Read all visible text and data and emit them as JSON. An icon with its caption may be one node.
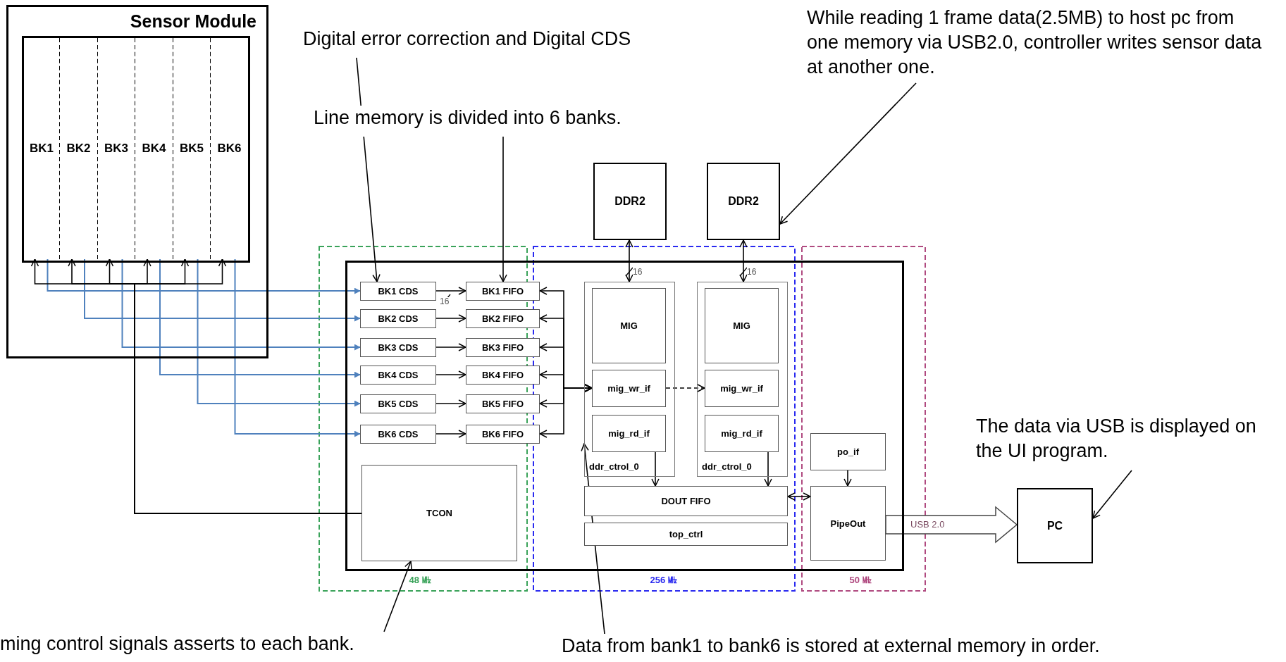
{
  "diagram": {
    "nodes": [
      {
        "text": [
          "Sensor Module"
        ]
      },
      {
        "text": [],
        "shape": "box",
        "in": 0
      },
      {
        "text": [
          "BK1"
        ],
        "in": 1
      },
      {
        "text": [
          "BK2"
        ],
        "in": 1
      },
      {
        "text": [
          "BK3"
        ],
        "in": 1
      },
      {
        "text": [
          "BK4"
        ],
        "in": 1
      },
      {
        "text": [
          "BK5"
        ],
        "in": 1
      },
      {
        "text": [
          "BK6"
        ],
        "in": 1
      },
      {
        "text": [
          "Digital error correction and Digital CDS"
        ]
      },
      {
        "text": [
          "Line memory is divided into 6 banks."
        ]
      },
      {
        "text": [
          "While reading 1 frame data(2.5MB) to host pc from one memory via USB2.0, controller writes sensor data at another one."
        ]
      },
      {
        "text": [
          "DDR2"
        ]
      },
      {
        "text": [
          "DDR2"
        ]
      },
      {
        "text": [],
        "shape": "box"
      },
      {
        "text": [
          "BK1 CDS"
        ],
        "in": 13
      },
      {
        "text": [
          "BK2 CDS"
        ],
        "in": 13
      },
      {
        "text": [
          "BK3 CDS"
        ],
        "in": 13
      },
      {
        "text": [
          "BK4 CDS"
        ],
        "in": 13
      },
      {
        "text": [
          "BK5 CDS"
        ],
        "in": 13
      },
      {
        "text": [
          "BK6 CDS"
        ],
        "in": 13
      },
      {
        "text": [
          "BK1 FIFO"
        ],
        "in": 13
      },
      {
        "text": [
          "BK2 FIFO"
        ],
        "in": 13
      },
      {
        "text": [
          "BK3 FIFO"
        ],
        "in": 13
      },
      {
        "text": [
          "BK4 FIFO"
        ],
        "in": 13
      },
      {
        "text": [
          "BK5 FIFO"
        ],
        "in": 13
      },
      {
        "text": [
          "BK6 FIFO"
        ],
        "in": 13
      },
      {
        "text": [
          "ddr_ctrol_0"
        ],
        "in": 13
      },
      {
        "text": [
          "MIG"
        ],
        "in": 26
      },
      {
        "text": [
          "mig_wr_if"
        ],
        "in": 26
      },
      {
        "text": [
          "mig_rd_if"
        ],
        "in": 26
      },
      {
        "text": [
          "ddr_ctrol_0"
        ],
        "in": 13
      },
      {
        "text": [
          "MIG"
        ],
        "in": 30
      },
      {
        "text": [
          "mig_wr_if"
        ],
        "in": 30
      },
      {
        "text": [
          "mig_rd_if"
        ],
        "in": 30
      },
      {
        "text": [
          "DOUT FIFO"
        ],
        "in": 13
      },
      {
        "text": [
          "top_ctrl"
        ],
        "in": 13
      },
      {
        "text": [
          "TCON"
        ],
        "in": 13
      },
      {
        "text": [
          "po_if"
        ],
        "in": 13
      },
      {
        "text": [
          "PipeOut"
        ],
        "in": 13
      },
      {
        "text": [
          "PC"
        ]
      },
      {
        "text": [
          "The data via USB is displayed on the UI program."
        ]
      },
      {
        "text": [
          "ming control signals asserts to each bank."
        ]
      },
      {
        "text": [
          "Data from bank1 to bank6 is stored at external memory in order."
        ]
      }
    ],
    "edges": [
      {
        "from": 2,
        "to": 14,
        "arrow": "to",
        "color": "#4f81bd"
      },
      {
        "from": 3,
        "to": 15,
        "arrow": "to",
        "color": "#4f81bd"
      },
      {
        "from": 4,
        "to": 16,
        "arrow": "to",
        "color": "#4f81bd"
      },
      {
        "from": 5,
        "to": 17,
        "arrow": "to",
        "color": "#4f81bd"
      },
      {
        "from": 6,
        "to": 18,
        "arrow": "to",
        "color": "#4f81bd"
      },
      {
        "from": 7,
        "to": 19,
        "arrow": "to",
        "color": "#4f81bd"
      },
      {
        "from": 36,
        "to": 2,
        "arrow": "to"
      },
      {
        "from": 36,
        "to": 3,
        "arrow": "to"
      },
      {
        "from": 36,
        "to": 4,
        "arrow": "to"
      },
      {
        "from": 36,
        "to": 5,
        "arrow": "to"
      },
      {
        "from": 36,
        "to": 6,
        "arrow": "to"
      },
      {
        "from": 36,
        "to": 7,
        "arrow": "to"
      },
      {
        "from": 14,
        "to": 20,
        "arrow": "to",
        "label": "16"
      },
      {
        "from": 15,
        "to": 21,
        "arrow": "to"
      },
      {
        "from": 16,
        "to": 22,
        "arrow": "to"
      },
      {
        "from": 17,
        "to": 23,
        "arrow": "to"
      },
      {
        "from": 18,
        "to": 24,
        "arrow": "to"
      },
      {
        "from": 19,
        "to": 25,
        "arrow": "to"
      },
      {
        "from": 28,
        "to": 20,
        "arrow": "both"
      },
      {
        "from": 28,
        "to": 21,
        "arrow": "both"
      },
      {
        "from": 28,
        "to": 22,
        "arrow": "both"
      },
      {
        "from": 28,
        "to": 23,
        "arrow": "both"
      },
      {
        "from": 28,
        "to": 24,
        "arrow": "both"
      },
      {
        "from": 28,
        "to": 25,
        "arrow": "both"
      },
      {
        "from": 28,
        "to": 32,
        "arrow": "to",
        "style": "dashed"
      },
      {
        "from": 11,
        "to": 26,
        "arrow": "both",
        "label": "16"
      },
      {
        "from": 12,
        "to": 30,
        "arrow": "both",
        "label": "16"
      },
      {
        "from": 29,
        "to": 34,
        "arrow": "to"
      },
      {
        "from": 33,
        "to": 34,
        "arrow": "to"
      },
      {
        "from": 34,
        "to": 38,
        "arrow": "both"
      },
      {
        "from": 37,
        "to": 38,
        "arrow": "to"
      },
      {
        "from": 38,
        "to": 39,
        "arrow": "to",
        "label": "USB 2.0",
        "style": "thick"
      },
      {
        "from": 8,
        "to": 14,
        "arrow": "to"
      },
      {
        "from": 9,
        "to": 20,
        "arrow": "to"
      },
      {
        "from": 10,
        "to": 12,
        "arrow": "to"
      },
      {
        "from": 40,
        "to": 39,
        "arrow": "to"
      },
      {
        "from": 41,
        "to": 36,
        "arrow": "to"
      },
      {
        "from": 42,
        "to": 26,
        "arrow": "to"
      }
    ],
    "labels": [
      "48 ㎒",
      "256 ㎒",
      "50 ㎒"
    ]
  }
}
